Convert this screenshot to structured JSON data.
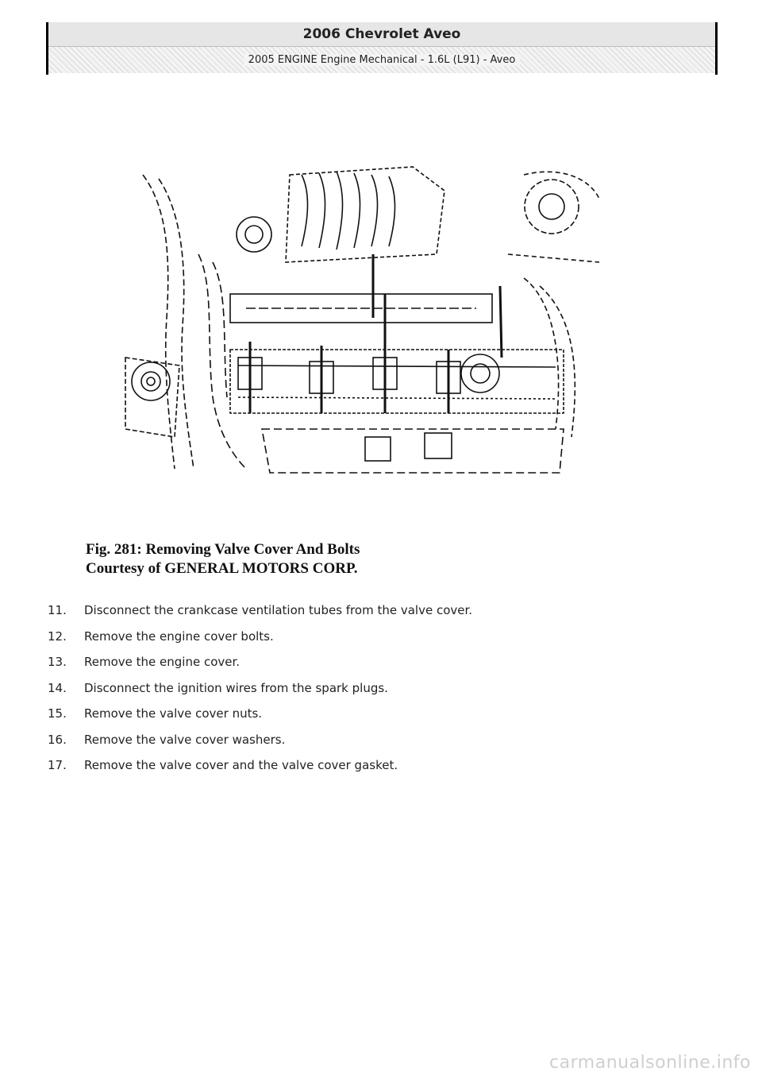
{
  "header": {
    "title": "2006 Chevrolet Aveo",
    "subtitle": "2005 ENGINE Engine Mechanical - 1.6L (L91) - Aveo"
  },
  "figure": {
    "caption_line1": "Fig. 281: Removing Valve Cover And Bolts",
    "caption_line2": "Courtesy of GENERAL MOTORS CORP."
  },
  "steps": [
    {
      "num": "11.",
      "text": "Disconnect the crankcase ventilation tubes from the valve cover."
    },
    {
      "num": "12.",
      "text": "Remove the engine cover bolts."
    },
    {
      "num": "13.",
      "text": "Remove the engine cover."
    },
    {
      "num": "14.",
      "text": "Disconnect the ignition wires from the spark plugs."
    },
    {
      "num": "15.",
      "text": "Remove the valve cover nuts."
    },
    {
      "num": "16.",
      "text": "Remove the valve cover washers."
    },
    {
      "num": "17.",
      "text": "Remove the valve cover and the valve cover gasket."
    }
  ],
  "watermark": "carmanualsonline.info"
}
